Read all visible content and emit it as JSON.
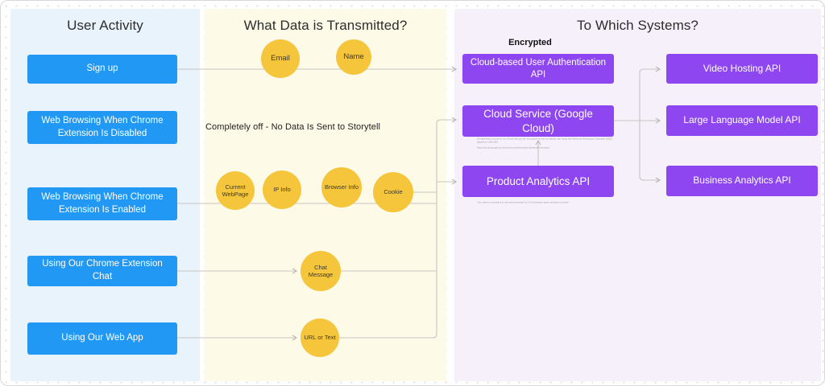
{
  "columns": {
    "user_activity": {
      "title": "User Activity",
      "items": [
        "Sign up",
        "Web Browsing When Chrome Extension Is Disabled",
        "Web Browsing When Chrome Extension Is Enabled",
        "Using Our Chrome Extension Chat",
        "Using Our Web App"
      ]
    },
    "data_transmitted": {
      "title": "What Data is Transmitted?",
      "note": "Completely off - No Data Is Sent to Storytell",
      "bubbles": {
        "email": "Email",
        "name": "Name",
        "current_webpage": "Current WebPage",
        "ip_info": "IP Info",
        "browser_info": "Browser Info",
        "cookie": "Cookie",
        "chat_message": "Chat Message",
        "url_or_text": "URL or Text"
      }
    },
    "systems": {
      "title": "To Which Systems?",
      "encrypted_label": "Encrypted",
      "primary": [
        "Cloud-based User Authentication API",
        "Cloud Service (Google Cloud)",
        "Product Analytics API"
      ],
      "secondary": [
        "Video Hosting API",
        "Large Language Model API",
        "Business Analytics API"
      ],
      "annotations": {
        "cloud_service_note": "All data that is stored in our Cloud Service are encrypted at rest by default, per using the Advanced Encryption Standard (AES) algorithm, AES-256.",
        "cloud_service_link": "https://cloud.google.com/docs/security/encryption/default-encryption",
        "product_analytics_note": "Your data is encrypted at rest and protected by TLS (transport layer security) in transit"
      }
    }
  },
  "edges": [
    "Sign up -> Cloud-based User Authentication API (via Email, Name)",
    "Web Browsing When Chrome Extension Is Disabled -> none (completely off)",
    "Web Browsing When Chrome Extension Is Enabled -> Cloud Service / Product Analytics API (via Current WebPage, IP Info, Browser Info, Cookie)",
    "Using Our Chrome Extension Chat -> Chat Message -> Cloud Service / Product Analytics API",
    "Using Our Web App -> URL or Text -> Cloud Service / Product Analytics API",
    "Product Analytics API -> Cloud Service (Google Cloud)",
    "Cloud Service (Google Cloud) -> Video Hosting API, Large Language Model API, Business Analytics API"
  ],
  "colors": {
    "activity_box": "#2199f4",
    "data_bubble": "#f5c53c",
    "system_box": "#8e47f0",
    "user_column_bg": "#e9f3fc",
    "data_column_bg": "#fdfae7",
    "systems_column_bg": "#f5f0fa",
    "connector": "#c6c6c0"
  }
}
